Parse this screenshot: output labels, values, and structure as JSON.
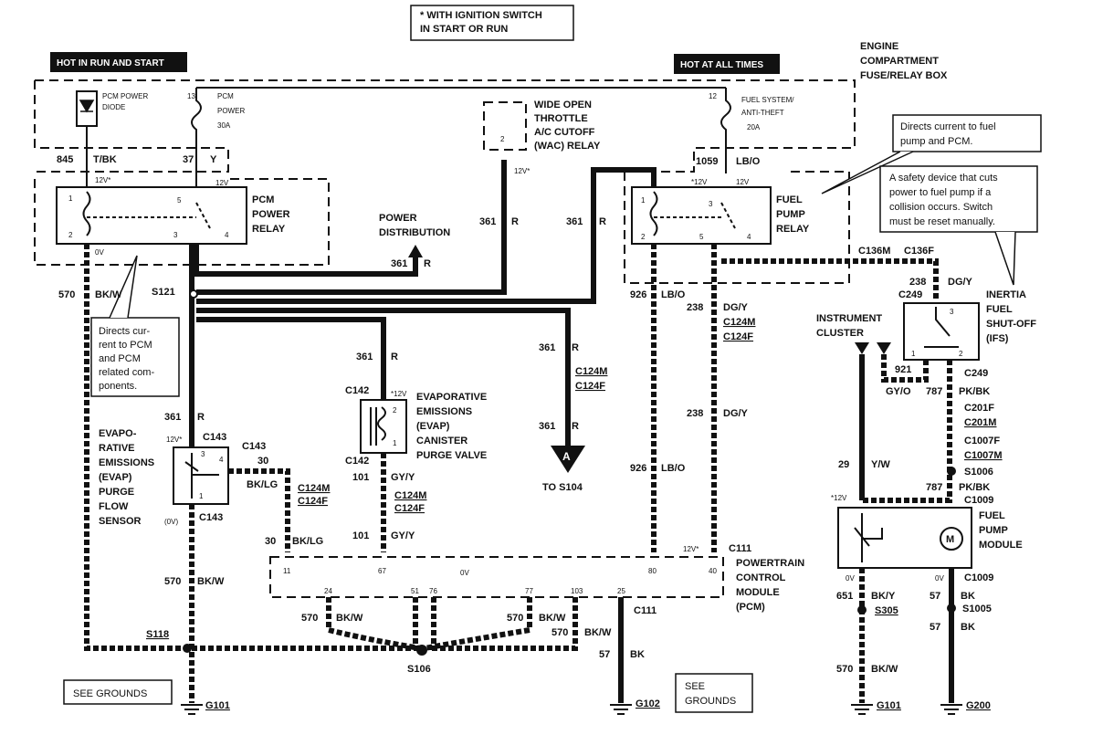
{
  "notes": {
    "ignition": [
      "* WITH IGNITION SWITCH",
      "IN START OR RUN"
    ],
    "hot_run_start": "HOT IN RUN AND START",
    "hot_all_times": "HOT AT ALL TIMES",
    "fuse_box": [
      "ENGINE",
      "COMPARTMENT",
      "FUSE/RELAY BOX"
    ],
    "directs_fuel_pump": [
      "Directs current to fuel",
      "pump and PCM."
    ],
    "inertia_note": [
      "A safety device that cuts",
      "power to fuel pump if a",
      "collision occurs.  Switch",
      "must be reset manually."
    ],
    "directs_pcm": [
      "Directs cur-",
      "rent to PCM",
      "and PCM",
      "related com-",
      "ponents."
    ],
    "see_grounds_left": "SEE GROUNDS",
    "see_grounds_mid": [
      "SEE",
      "GROUNDS"
    ]
  },
  "components": {
    "pcm_diode": [
      "PCM POWER",
      "DIODE"
    ],
    "pcm_fuse": {
      "num": "13",
      "text": [
        "PCM",
        "POWER",
        "30A"
      ]
    },
    "fuel_fuse": {
      "num": "12",
      "text": [
        "FUEL SYSTEM/",
        "ANTI-THEFT",
        "20A"
      ]
    },
    "wac_relay": [
      "WIDE OPEN",
      "THROTTLE",
      "A/C CUTOFF",
      "(WAC) RELAY"
    ],
    "wac_pin": "2",
    "pcm_relay": [
      "PCM",
      "POWER",
      "RELAY"
    ],
    "fuel_relay": [
      "FUEL",
      "PUMP",
      "RELAY"
    ],
    "power_dist": [
      "POWER",
      "DISTRIBUTION"
    ],
    "evap_valve": [
      "EVAPORATIVE",
      "EMISSIONS",
      "(EVAP)",
      "CANISTER",
      "PURGE VALVE"
    ],
    "evap_sensor": [
      "EVAPO-",
      "RATIVE",
      "EMISSIONS",
      "(EVAP)",
      "PURGE",
      "FLOW",
      "SENSOR"
    ],
    "inertia": [
      "INERTIA",
      "FUEL",
      "SHUT-OFF",
      "(IFS)"
    ],
    "instrument": [
      "INSTRUMENT",
      "CLUSTER"
    ],
    "pcm_module": [
      "POWERTRAIN",
      "CONTROL",
      "MODULE",
      "(PCM)"
    ],
    "fuel_module": [
      "FUEL",
      "PUMP",
      "MODULE"
    ],
    "motor": "M",
    "to_s104": "TO S104",
    "connector_a": "A"
  },
  "wires": {
    "w845": "845",
    "tbk": "T/BK",
    "w37": "37",
    "y": "Y",
    "w1059": "1059",
    "lbo": "LB/O",
    "w361": "361",
    "r": "R",
    "w570": "570",
    "bkw": "BK/W",
    "w926": "926",
    "w238": "238",
    "dgy": "DG/Y",
    "w30": "30",
    "bklg": "BK/LG",
    "w101": "101",
    "gyy": "GY/Y",
    "w921": "921",
    "gyo": "GY/O",
    "w787": "787",
    "pkbk": "PK/BK",
    "w29": "29",
    "yw": "Y/W",
    "w651": "651",
    "bky": "BK/Y",
    "w57": "57",
    "bk": "BK"
  },
  "connectors": {
    "s121": "S121",
    "s118": "S118",
    "s106": "S106",
    "s305": "S305",
    "s1005": "S1005",
    "s1006": "S1006",
    "c143": "C143",
    "c142": "C142",
    "c124m": "C124M",
    "c124f": "C124F",
    "c111": "C111",
    "c136m": "C136M",
    "c136f": "C136F",
    "c249": "C249",
    "c201f": "C201F",
    "c201m": "C201M",
    "c1007f": "C1007F",
    "c1007m": "C1007M",
    "c1009": "C1009",
    "g101": "G101",
    "g102": "G102",
    "g200": "G200"
  },
  "pins": {
    "p1": "1",
    "p2": "2",
    "p3": "3",
    "p4": "4",
    "p5": "5",
    "p11": "11",
    "p67": "67",
    "p80": "80",
    "p40": "40",
    "p24": "24",
    "p51": "51",
    "p76": "76",
    "p77": "77",
    "p103": "103",
    "p25": "25"
  },
  "voltages": {
    "v12": "12V",
    "v12s": "12V*",
    "vs12": "*12V",
    "v0": "0V",
    "v0p": "(0V)"
  }
}
